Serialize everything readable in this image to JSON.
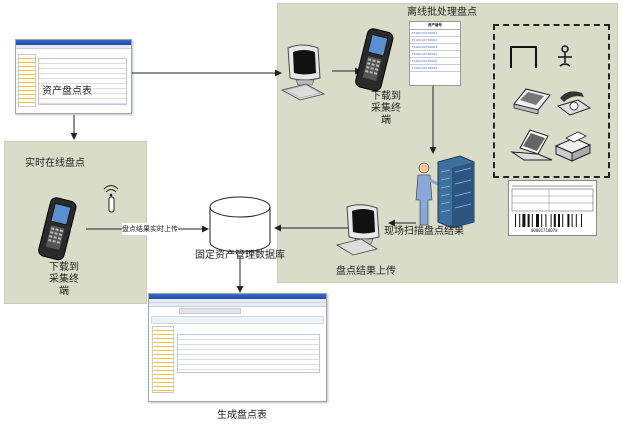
{
  "diagram": {
    "offline_title": "离线批处理盘点",
    "realtime_title": "实时在线盘点",
    "asset_list_label": "资产盘点表",
    "download_label_1": "下载到\n采集终\n端",
    "download_label_2": "下载到\n采集终\n端",
    "realtime_upload_label": "盘点结果实时上传",
    "database_label": "固定资产管理数据库",
    "scan_result_label": "现场扫描盘点结果",
    "upload_label": "盘点结果上传",
    "report_label": "生成盘点表",
    "asset_list_header": "资产编号",
    "asset_list_rows": [
      "FCG0120704001",
      "FCG0120704002",
      "FCG0120704003",
      "FCG0120704004",
      "FCG0120704005",
      "FCG0120704006"
    ],
    "barcode_number": "00001710078"
  }
}
